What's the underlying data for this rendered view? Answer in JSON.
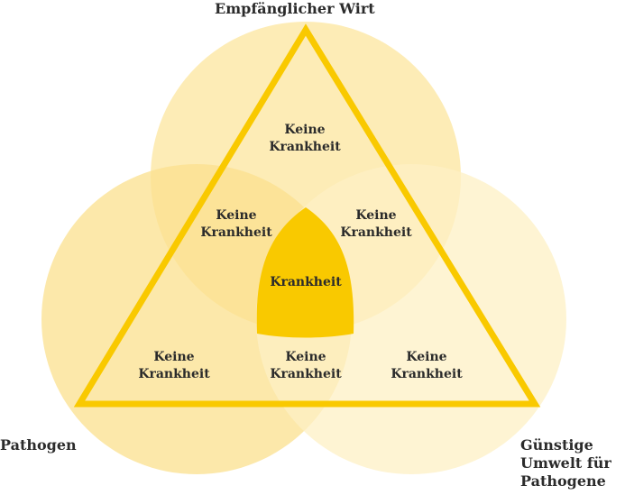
{
  "colors": {
    "circle_top": "#FDE9A9",
    "circle_left": "#FBE08D",
    "circle_right": "#FEF0C4",
    "center": "#F9C900",
    "triangle_stroke": "#F9C900",
    "text": "#2B2B2B"
  },
  "labels": {
    "host": "Empfänglicher Wirt",
    "pathogen": "Pathogen",
    "environment_line1": "Günstige",
    "environment_line2": "Umwelt für",
    "environment_line3": "Pathogene"
  },
  "regions": {
    "top_only": {
      "line1": "Keine",
      "line2": "Krankheit"
    },
    "host_pathogen": {
      "line1": "Keine",
      "line2": "Krankheit"
    },
    "host_environment": {
      "line1": "Keine",
      "line2": "Krankheit"
    },
    "center": {
      "line1": "Krankheit"
    },
    "pathogen_only": {
      "line1": "Keine",
      "line2": "Krankheit"
    },
    "pathogen_environment": {
      "line1": "Keine",
      "line2": "Krankheit"
    },
    "environment_only": {
      "line1": "Keine",
      "line2": "Krankheit"
    }
  }
}
